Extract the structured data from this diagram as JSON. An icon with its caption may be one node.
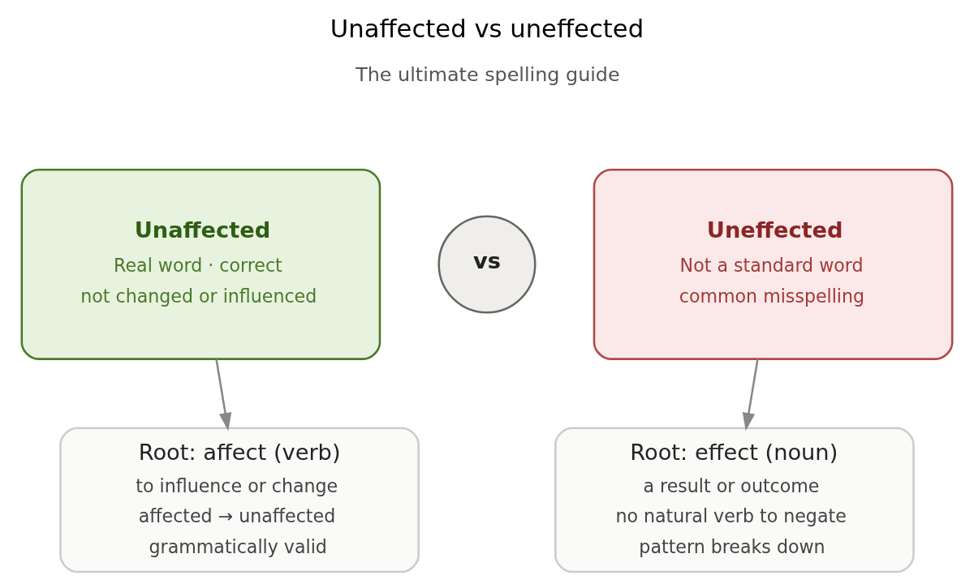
{
  "diagram": {
    "title": "Unaffected vs uneffected",
    "nodes": [
      {
        "text": [
          "Unaffected",
          "Real word · correct",
          "not changed or influenced"
        ]
      },
      {
        "text": [
          "vs"
        ]
      },
      {
        "text": [
          "Uneffected",
          "Not a standard word",
          "common misspelling"
        ]
      },
      {
        "text": [
          "Root: affect (verb)",
          "to influence or change",
          "affected → unaffected",
          "grammatically valid"
        ]
      },
      {
        "text": [
          "Root: effect (noun)",
          "a result or outcome",
          "no natural verb to negate",
          "pattern breaks down"
        ]
      }
    ],
    "edges": [
      {
        "from": 0,
        "to": 3,
        "arrow": "to"
      },
      {
        "from": 2,
        "to": 4,
        "arrow": "to"
      }
    ],
    "labels": [
      "The ultimate spelling guide"
    ]
  }
}
